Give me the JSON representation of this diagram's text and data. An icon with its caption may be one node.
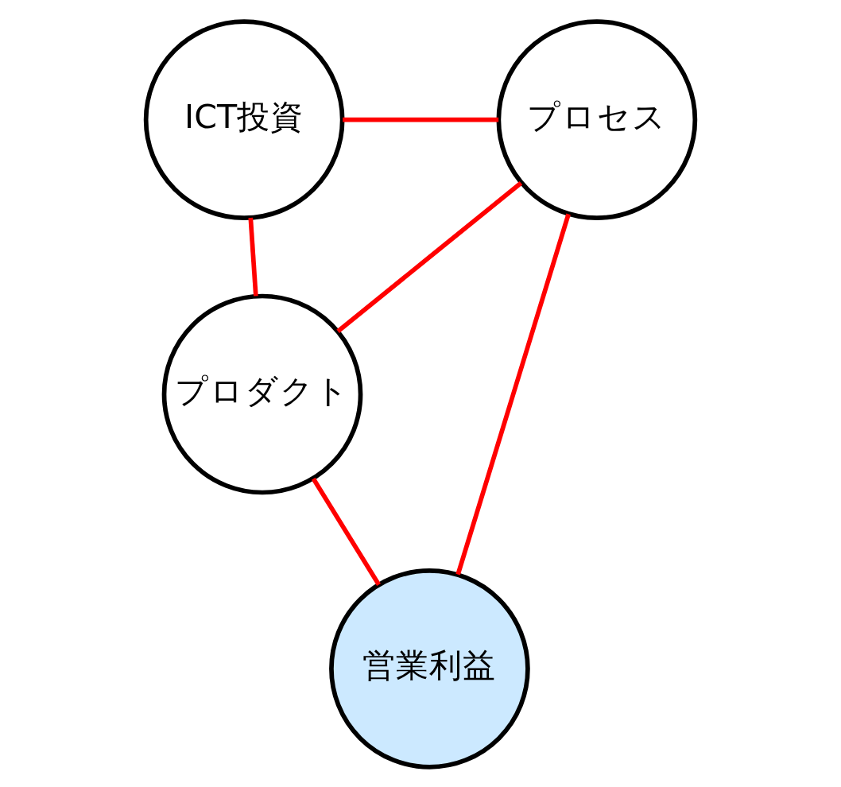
{
  "diagram": {
    "nodes": [
      {
        "text": [
          "ICT投資"
        ]
      },
      {
        "text": [
          "プロセス"
        ]
      },
      {
        "text": [
          "プロダクト"
        ]
      },
      {
        "text": [
          "営業利益"
        ]
      }
    ],
    "edges": [
      {
        "from": 0,
        "to": 1,
        "arrow": "none"
      },
      {
        "from": 0,
        "to": 2,
        "arrow": "none"
      },
      {
        "from": 1,
        "to": 2,
        "arrow": "none"
      },
      {
        "from": 2,
        "to": 3,
        "arrow": "none"
      },
      {
        "from": 1,
        "to": 3,
        "arrow": "none"
      }
    ]
  }
}
